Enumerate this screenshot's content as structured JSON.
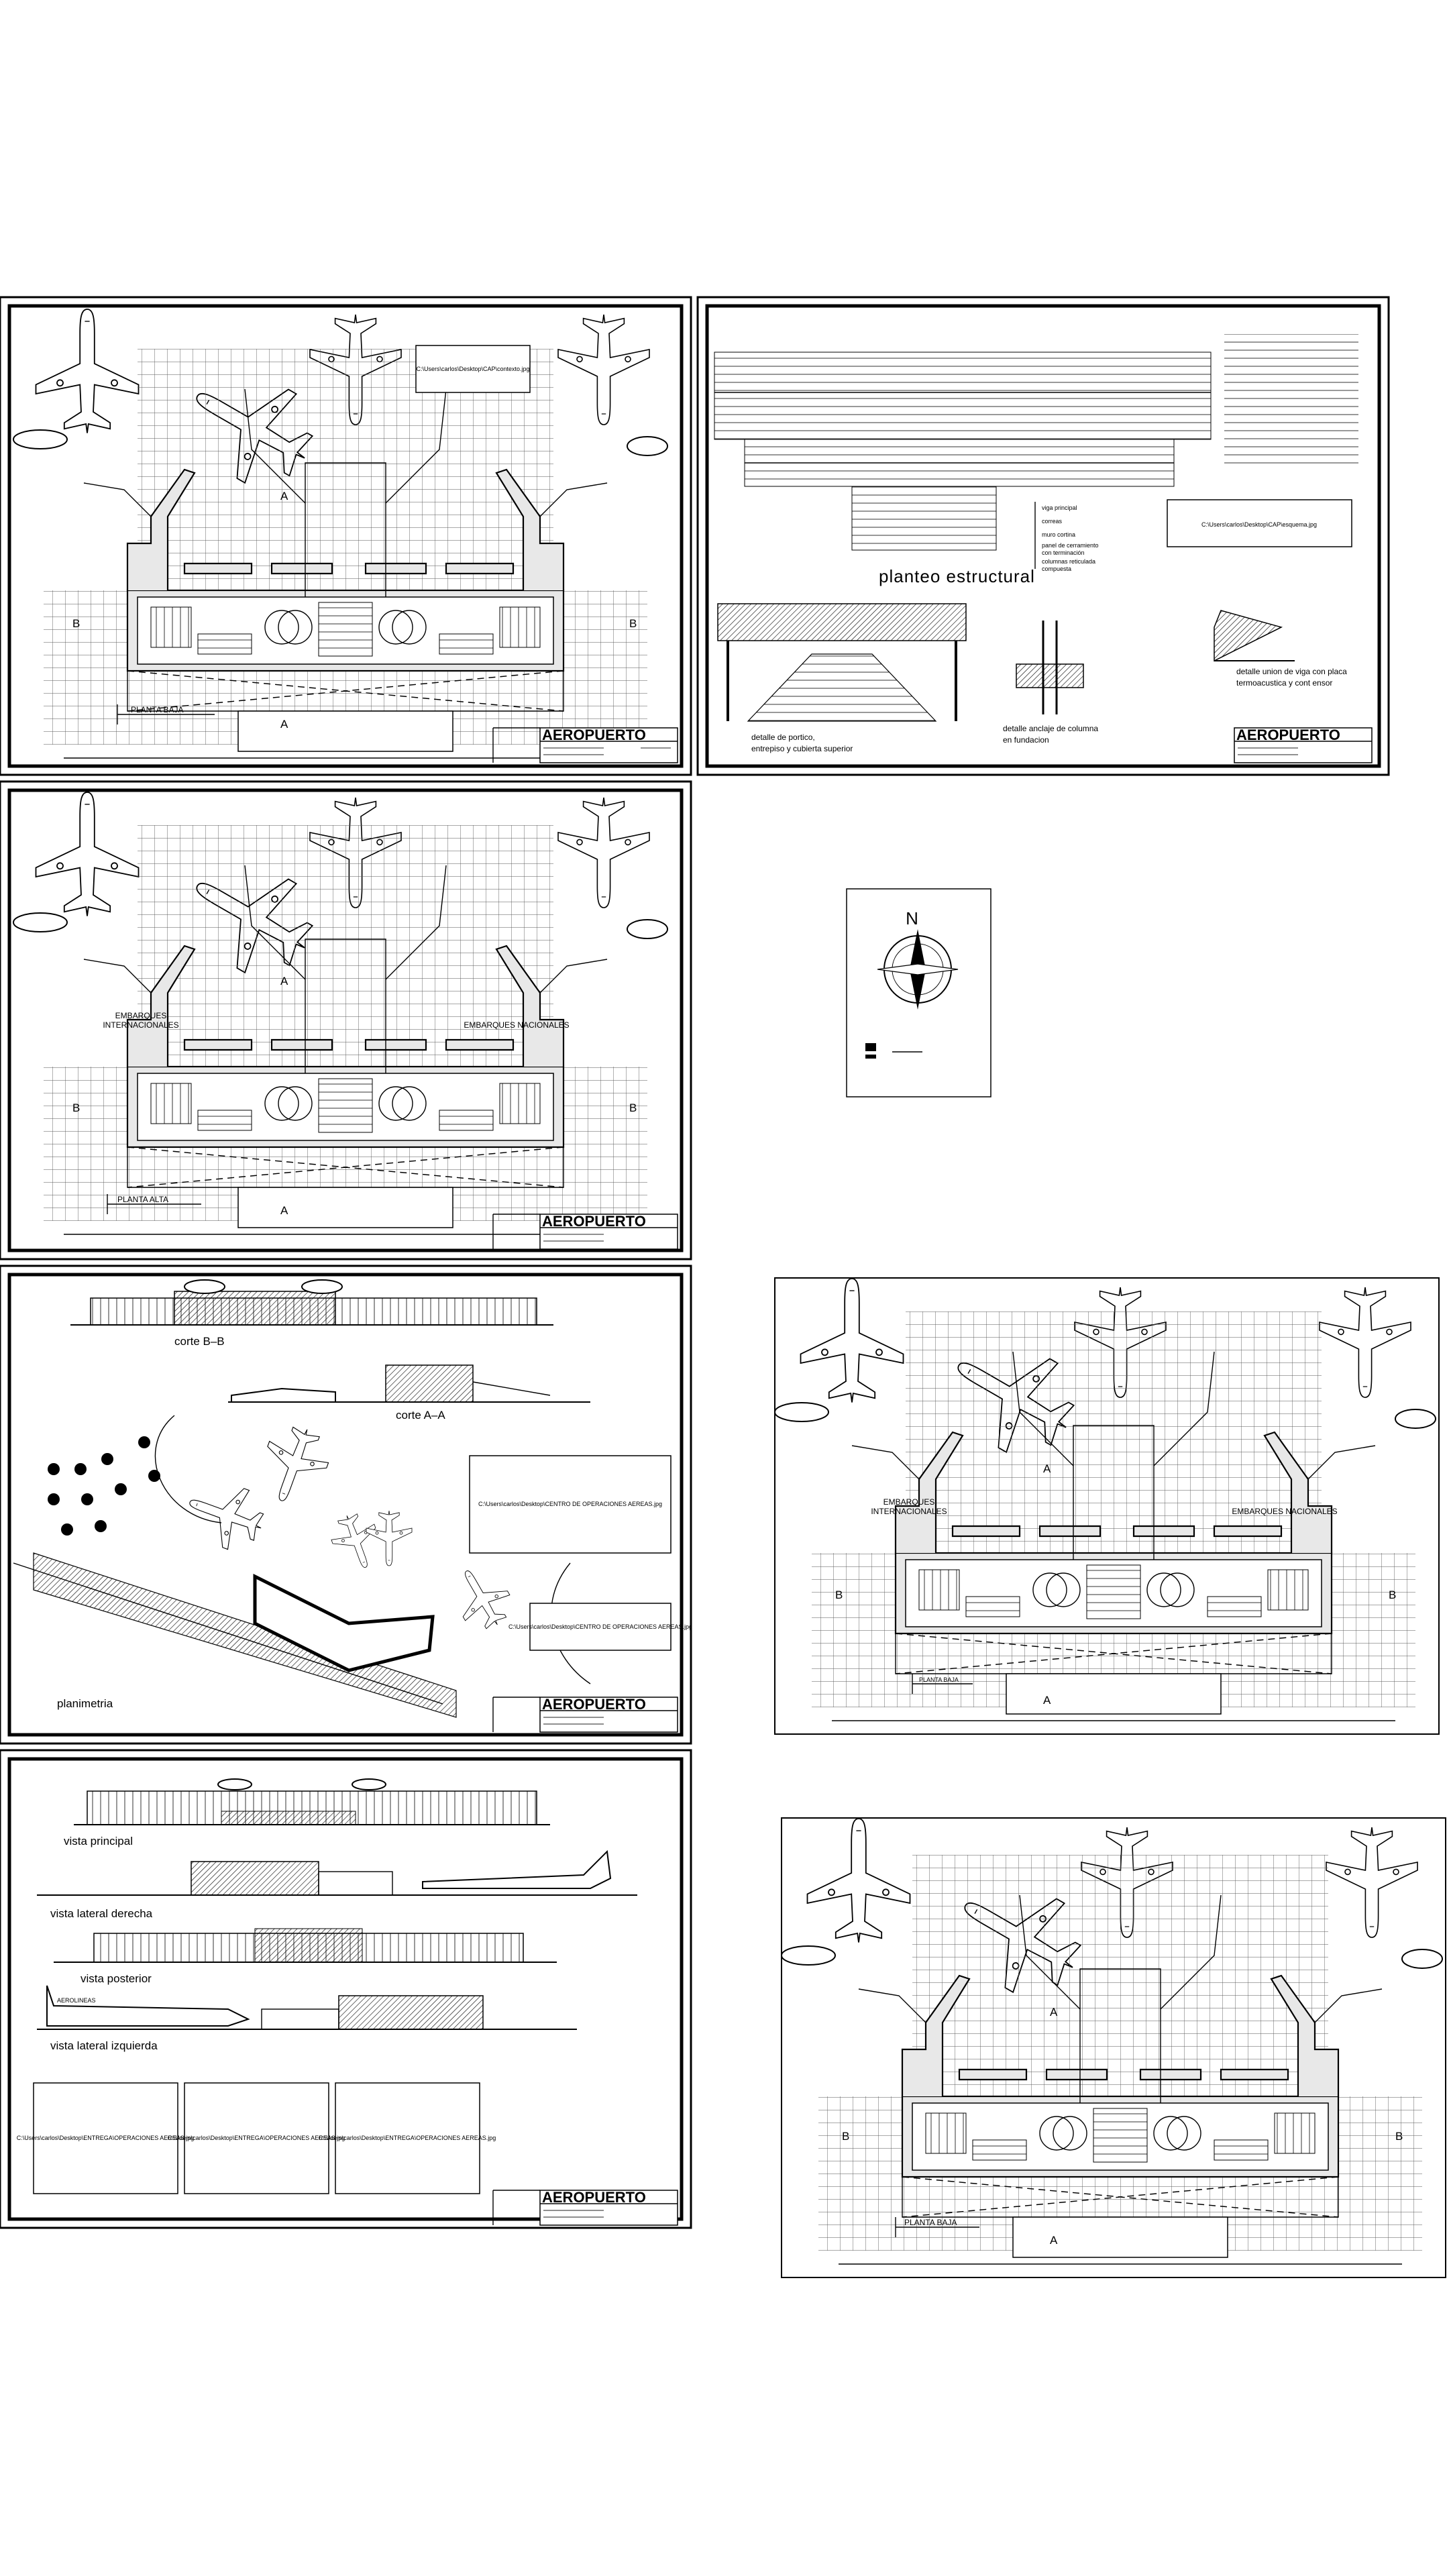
{
  "project_title": "AEROPUERTO",
  "labels": {
    "planta_baja": "PLANTA BAJA",
    "planta_alta": "PLANTA ALTA",
    "planteo_estructural": "planteo estructural",
    "corte_bb": "corte B–B",
    "corte_aa": "corte A–A",
    "planimetria": "planimetria",
    "vista_principal": "vista principal",
    "vista_lateral_derecha": "vista lateral derecha",
    "vista_posterior": "vista posterior",
    "vista_lateral_izquierda": "vista lateral izquierda",
    "embarques_internacionales_1": "EMBARQUES",
    "embarques_internacionales_2": "INTERNACIONALES",
    "embarques_nacionales": "EMBARQUES NACIONALES",
    "north": "N",
    "section_a": "A",
    "section_b": "B"
  },
  "structure_legend": [
    "viga principal",
    "correas",
    "muro cortina",
    "panel de cerramiento",
    "con terminación",
    "columnas reticulada",
    "compuesta"
  ],
  "details": {
    "portico_1": "detalle de portico,",
    "portico_2": "entrepiso y cubierta superior",
    "anclaje_1": "detalle anclaje de columna",
    "anclaje_2": "en fundacion",
    "union_1": "detalle union de viga con placa",
    "union_2": "termoacustica y cont ensor"
  },
  "image_paths": {
    "contexto": "C:\\Users\\carlos\\Desktop\\CAP\\contexto.jpg",
    "esquema": "C:\\Users\\carlos\\Desktop\\CAP\\esquema.jpg",
    "planimetria": "C:\\Users\\carlos\\Desktop\\CENTRO DE OPERACIONES AEREAS.jpg",
    "planimetria_small": "C:\\Users\\carlos\\Desktop\\CENTRO DE OPERACIONES AEREAS.jpg",
    "render_1": "C:\\Users\\carlos\\Desktop\\ENTREGA\\OPERACIONES AEREAS.jpg",
    "render_2": "C:\\Users\\carlos\\Desktop\\ENTREGA\\OPERACIONES AEREAS.jpg",
    "render_3": "C:\\Users\\carlos\\Desktop\\ENTREGA\\OPERACIONES AEREAS.jpg"
  },
  "plane_label": "AEROLINEAS"
}
